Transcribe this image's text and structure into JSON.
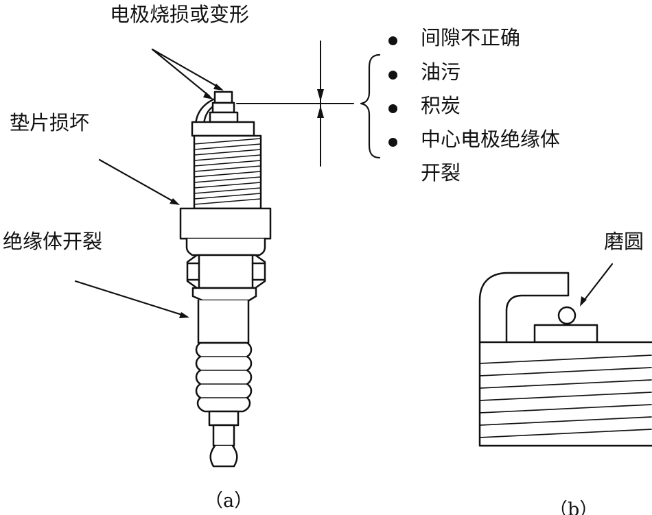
{
  "labels": {
    "electrode_damage": "电极烧损或变形",
    "gasket_damage": "垫片损坏",
    "insulator_crack": "绝缘体开裂",
    "rounded": "磨圆"
  },
  "issues": [
    "间隙不正确",
    "油污",
    "积炭",
    "中心电极绝缘体"
  ],
  "issues_continuation": "开裂",
  "captions": {
    "a": "（a）",
    "b": "（b）"
  }
}
